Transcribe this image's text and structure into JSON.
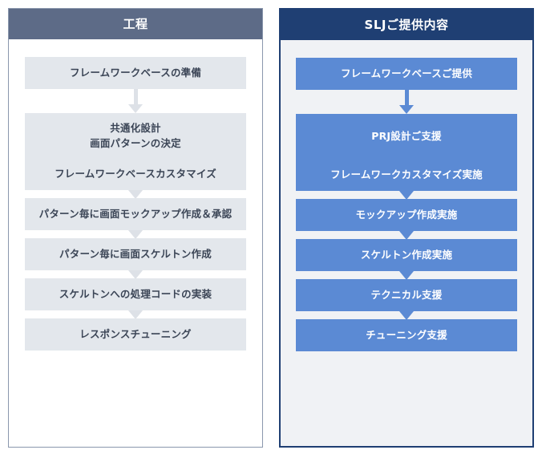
{
  "diagram": {
    "title_left": "工程",
    "title_right": "SLJご提供内容",
    "columns": [
      {
        "key": "process",
        "header": "工程",
        "header_bg": "#5d6b87",
        "box_bg": "#e3e7ec",
        "box_text_color": "#3b4556",
        "arrow_color": "#dde1e7",
        "steps": [
          {
            "label": "フレームワークベースの準備",
            "lines": [
              "フレームワークベースの準備"
            ]
          },
          {
            "label": "共通化設計 画面パターンの決定",
            "lines": [
              "共通化設計",
              "画面パターンの決定"
            ]
          },
          {
            "label": "フレームワークベースカスタマイズ",
            "lines": [
              "フレームワークベースカスタマイズ"
            ]
          },
          {
            "label": "パターン毎に画面モックアップ作成＆承認",
            "lines": [
              "パターン毎に画面モックアップ作成＆承認"
            ]
          },
          {
            "label": "パターン毎に画面スケルトン作成",
            "lines": [
              "パターン毎に画面スケルトン作成"
            ]
          },
          {
            "label": "スケルトンへの処理コードの実装",
            "lines": [
              "スケルトンへの処理コードの実装"
            ]
          },
          {
            "label": "レスポンスチューニング",
            "lines": [
              "レスポンスチューニング"
            ]
          }
        ]
      },
      {
        "key": "slj-offering",
        "header": "SLJご提供内容",
        "header_bg": "#1f3f73",
        "box_bg": "#5b8ad4",
        "box_text_color": "#ffffff",
        "arrow_color": "#5b8ad4",
        "steps": [
          {
            "label": "フレームワークベースご提供",
            "lines": [
              "フレームワークベースご提供"
            ]
          },
          {
            "label": "PRJ設計ご支援",
            "lines": [
              "PRJ設計ご支援"
            ]
          },
          {
            "label": "フレームワークカスタマイズ実施",
            "lines": [
              "フレームワークカスタマイズ実施"
            ]
          },
          {
            "label": "モックアップ作成実施",
            "lines": [
              "モックアップ作成実施"
            ]
          },
          {
            "label": "スケルトン作成実施",
            "lines": [
              "スケルトン作成実施"
            ]
          },
          {
            "label": "テクニカル支援",
            "lines": [
              "テクニカル支援"
            ]
          },
          {
            "label": "チューニング支援",
            "lines": [
              "チューニング支援"
            ]
          }
        ]
      }
    ],
    "layout": {
      "box_tops": [
        22,
        92,
        148,
        198,
        248,
        298,
        348
      ],
      "box_heights": [
        40,
        56,
        40,
        40,
        40,
        40,
        40
      ]
    }
  }
}
